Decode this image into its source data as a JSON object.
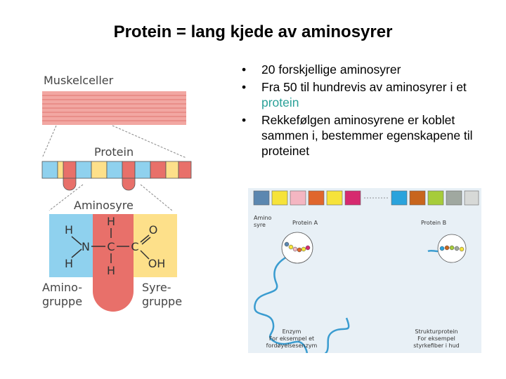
{
  "title": "Protein = lang kjede av aminosyrer",
  "bullets": [
    {
      "text": "20 forskjellige aminosyrer"
    },
    {
      "text_before": "Fra 50 til hundrevis av aminosyrer i et ",
      "link": "protein"
    },
    {
      "text": "Rekkefølgen aminosyrene er koblet sammen i, bestemmer egenskapene til proteinet"
    }
  ],
  "left_figure": {
    "muscle_label": "Muskelceller",
    "protein_label": "Protein",
    "amino_label": "Aminosyre",
    "amino_group_label": [
      "Amino-",
      "gruppe"
    ],
    "acid_group_label": [
      "Syre-",
      "gruppe"
    ],
    "atoms": {
      "h1": "H",
      "h2": "H",
      "n": "N",
      "h_top": "H",
      "c": "C",
      "h_bottom": "H",
      "c2": "C",
      "o": "O",
      "oh": "OH"
    },
    "colors": {
      "amino": "#8fd1ee",
      "center": "#e8706a",
      "acid": "#fde08a",
      "muscle": "#f2a7a2"
    }
  },
  "right_figure": {
    "amino_label": [
      "Amino",
      "syre"
    ],
    "protein_a_label": "Protein A",
    "protein_b_label": "Protein B",
    "enzyme_label": [
      "Enzym",
      "For eksempel et",
      "fordøyelsesenzym"
    ],
    "structural_label": [
      "Strukturprotein",
      "For eksempel",
      "styrkefiber i hud"
    ],
    "chain_colors_a": [
      "#5b87b0",
      "#f6e33a",
      "#f4b6c2",
      "#e0662d",
      "#f6e33a",
      "#d62a6f"
    ],
    "chain_colors_b": [
      "#2aa3dc",
      "#c8651d",
      "#a6cc3a",
      "#a0a8a0",
      "#d7d9d7"
    ],
    "background": "#e8f0f6",
    "coil_color": "#3a9cd0"
  }
}
